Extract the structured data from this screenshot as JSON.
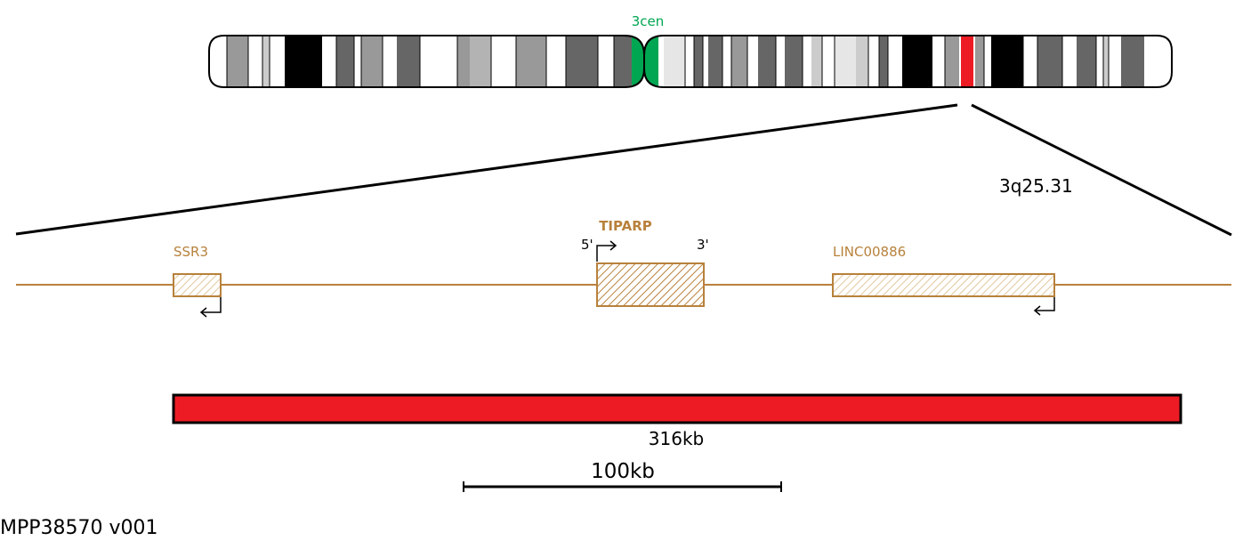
{
  "colors": {
    "gene": "#b8813c",
    "centromere": "#00a651",
    "region": "#ed1c24",
    "line": "#000000"
  },
  "chromosome": {
    "centromere_label": "3cen",
    "band_label": "3q25.31"
  },
  "genes": [
    {
      "name": "SSR3",
      "strand": "minus",
      "emphasis": false
    },
    {
      "name": "TIPARP",
      "strand": "plus",
      "emphasis": true,
      "five_prime": "5'",
      "three_prime": "3'"
    },
    {
      "name": "LINC00886",
      "strand": "minus",
      "emphasis": false
    }
  ],
  "region": {
    "size_label": "316kb"
  },
  "scale": {
    "label": "100kb"
  },
  "footer": {
    "id": "MPP38570 v001"
  }
}
